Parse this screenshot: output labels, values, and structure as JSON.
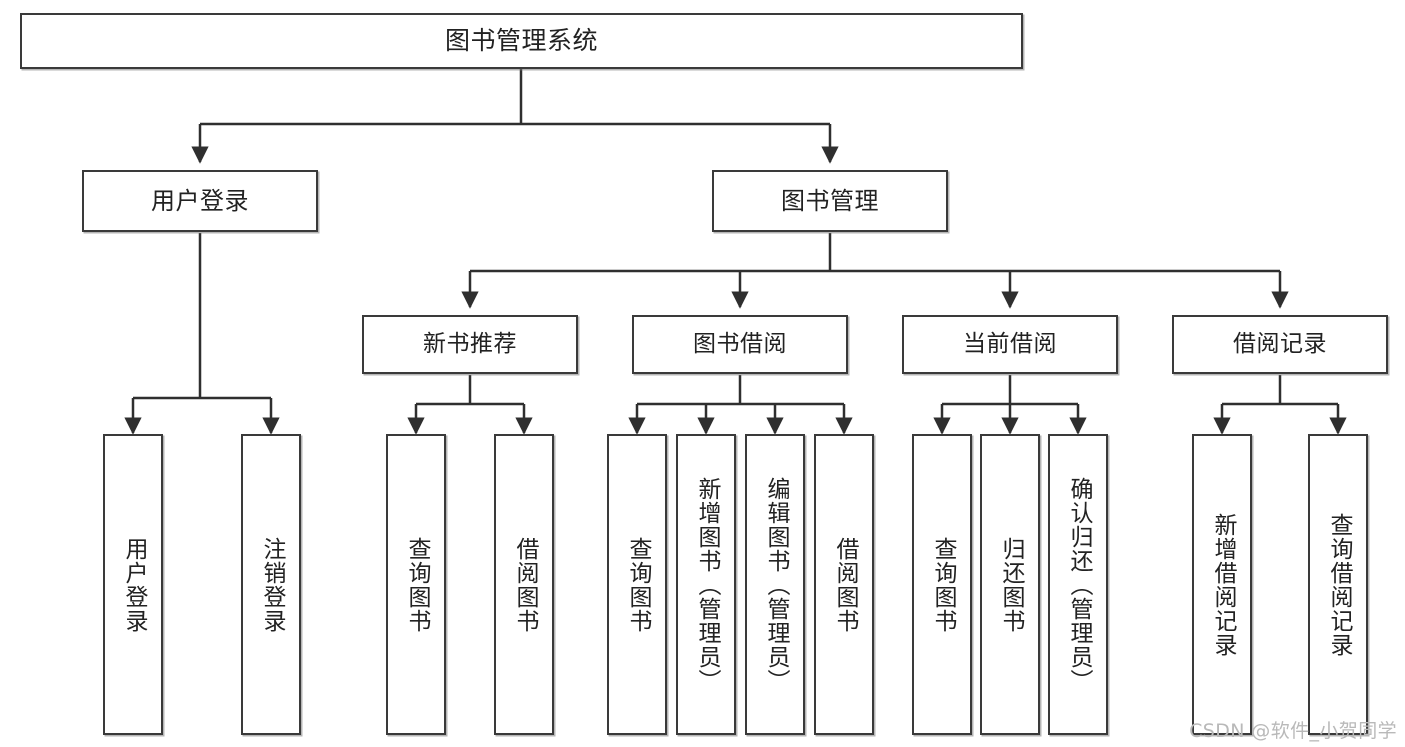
{
  "diagram": {
    "title": "图书管理系统",
    "type": "hierarchy-tree",
    "colors": {
      "box_border": "#3a3a3a",
      "box_fill": "#ffffff",
      "edge": "#2f2f2f",
      "text": "#222222",
      "watermark": "#b9b9b9"
    },
    "watermark": "CSDN @软件_小贺同学",
    "levels": {
      "root": {
        "label": "图书管理系统"
      },
      "level2": [
        {
          "id": "user-login",
          "label": "用户登录"
        },
        {
          "id": "book-manage",
          "label": "图书管理"
        }
      ],
      "level3": [
        {
          "id": "new-book-rec",
          "label": "新书推荐"
        },
        {
          "id": "book-borrow",
          "label": "图书借阅"
        },
        {
          "id": "current-borrow",
          "label": "当前借阅"
        },
        {
          "id": "borrow-record",
          "label": "借阅记录"
        }
      ],
      "leaves": {
        "user-login": [
          {
            "id": "leaf-user-login",
            "label": "用户登录"
          },
          {
            "id": "leaf-user-logout",
            "label": "注销登录"
          }
        ],
        "new-book-rec": [
          {
            "id": "leaf-query-book-1",
            "label": "查询图书"
          },
          {
            "id": "leaf-borrow-book-1",
            "label": "借阅图书"
          }
        ],
        "book-borrow": [
          {
            "id": "leaf-query-book-2",
            "label": "查询图书"
          },
          {
            "id": "leaf-add-book-admin",
            "label": "新增图书（管理员）"
          },
          {
            "id": "leaf-edit-book-admin",
            "label": "编辑图书（管理员）"
          },
          {
            "id": "leaf-borrow-book-2",
            "label": "借阅图书"
          }
        ],
        "current-borrow": [
          {
            "id": "leaf-query-book-3",
            "label": "查询图书"
          },
          {
            "id": "leaf-return-book",
            "label": "归还图书"
          },
          {
            "id": "leaf-confirm-return-admin",
            "label": "确认归还（管理员）"
          }
        ],
        "borrow-record": [
          {
            "id": "leaf-add-borrow-record",
            "label": "新增借阅记录"
          },
          {
            "id": "leaf-query-borrow-record",
            "label": "查询借阅记录"
          }
        ]
      }
    }
  }
}
